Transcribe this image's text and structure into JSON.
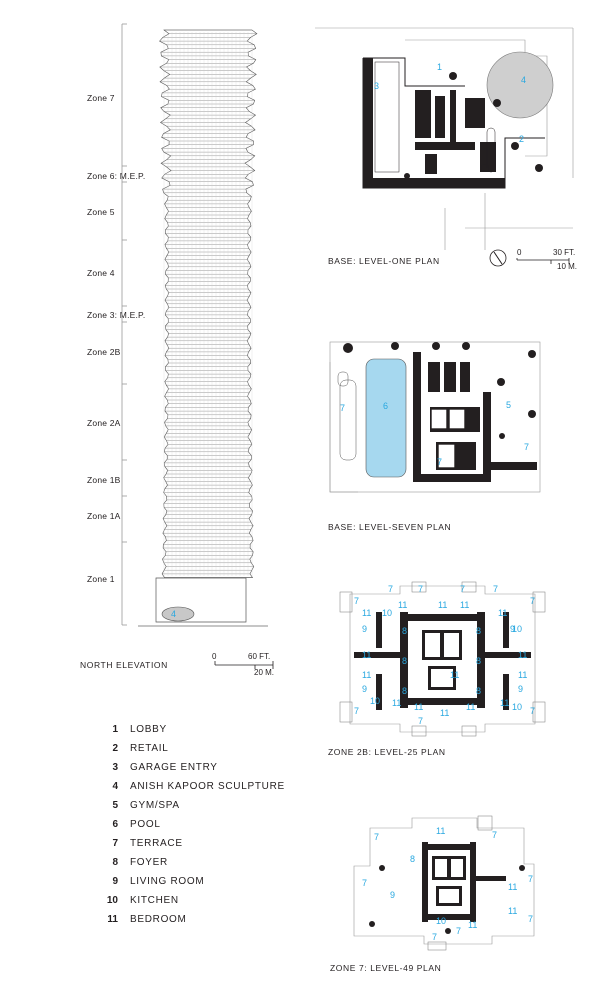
{
  "accent_color": "#29a8e0",
  "zones": [
    {
      "label": "Zone 7"
    },
    {
      "label": "Zone 6: M.E.P."
    },
    {
      "label": "Zone 5"
    },
    {
      "label": "Zone 4"
    },
    {
      "label": "Zone 3: M.E.P."
    },
    {
      "label": "Zone 2B"
    },
    {
      "label": "Zone 2A"
    },
    {
      "label": "Zone 1B"
    },
    {
      "label": "Zone 1A"
    },
    {
      "label": "Zone 1"
    }
  ],
  "elevation": {
    "caption": "NORTH ELEVATION",
    "sculpture_number": "4",
    "scale": {
      "zero": "0",
      "feet": "60 FT.",
      "meters": "20 M."
    }
  },
  "plans": {
    "level_one": {
      "caption": "BASE: LEVEL-ONE PLAN",
      "scale": {
        "zero": "0",
        "feet": "30 FT.",
        "meters": "10 M."
      },
      "numbers": [
        "1",
        "2",
        "3",
        "4"
      ]
    },
    "level_seven": {
      "caption": "BASE: LEVEL-SEVEN PLAN",
      "numbers": [
        "5",
        "6",
        "7",
        "7",
        "7"
      ]
    },
    "level_25": {
      "caption": "ZONE 2B: LEVEL-25 PLAN",
      "numbers": [
        "7",
        "7",
        "7",
        "7",
        "7",
        "7",
        "7",
        "7",
        "7",
        "8",
        "8",
        "8",
        "8",
        "8",
        "8",
        "9",
        "9",
        "9",
        "9",
        "10",
        "10",
        "10",
        "10",
        "11",
        "11",
        "11",
        "11",
        "11",
        "11",
        "11",
        "11",
        "11",
        "11",
        "11",
        "11",
        "11",
        "11",
        "11"
      ]
    },
    "level_49": {
      "caption": "ZONE 7: LEVEL-49 PLAN",
      "numbers": [
        "7",
        "7",
        "7",
        "7",
        "7",
        "7",
        "7",
        "8",
        "9",
        "10",
        "11",
        "11",
        "11",
        "11"
      ]
    }
  },
  "legend": [
    {
      "num": "1",
      "label": "LOBBY"
    },
    {
      "num": "2",
      "label": "RETAIL"
    },
    {
      "num": "3",
      "label": "GARAGE ENTRY"
    },
    {
      "num": "4",
      "label": "ANISH KAPOOR SCULPTURE"
    },
    {
      "num": "5",
      "label": "GYM/SPA"
    },
    {
      "num": "6",
      "label": "POOL"
    },
    {
      "num": "7",
      "label": "TERRACE"
    },
    {
      "num": "8",
      "label": "FOYER"
    },
    {
      "num": "9",
      "label": "LIVING ROOM"
    },
    {
      "num": "10",
      "label": "KITCHEN"
    },
    {
      "num": "11",
      "label": "BEDROOM"
    }
  ]
}
